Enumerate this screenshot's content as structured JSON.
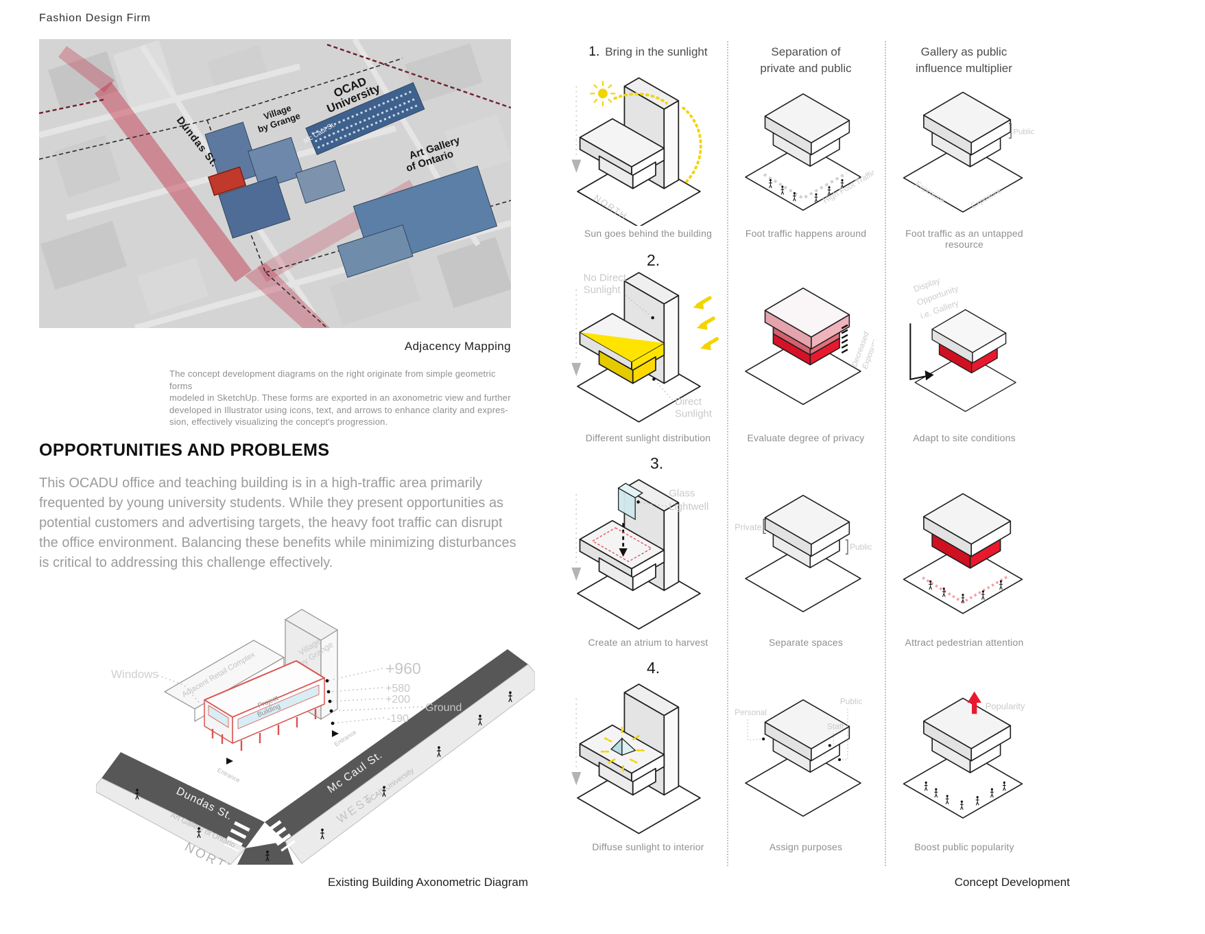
{
  "page": {
    "title": "Fashion Design Firm"
  },
  "map": {
    "caption": "Adjacency Mapping",
    "description": "The concept development diagrams on the right originate from simple geometric forms\nmodeled in SketchUp. These forms are exported in an axonometric view and further\ndeveloped in Illustrator using icons, text, and arrows to enhance clarity and expres-\nsion, effectively visualizing the concept's progression.",
    "labels": {
      "dundas": "Dundas St.",
      "village_line1": "Village",
      "village_line2": "by Grange",
      "ocad_line1": "OCAD",
      "ocad_line2": "University",
      "mccaul": "Mc Caul St.",
      "ago_line1": "Art Gallery",
      "ago_line2": "of Ontario"
    }
  },
  "opportun": {
    "heading": "OPPORTUNITIES AND PROBLEMS",
    "body": "This OCADU office and teaching building is in a high-traffic area primarily\nfrequented by young university students. While they present opportunities as\npotential customers and advertising targets, the heavy foot traffic can disrupt\nthe office environment. Balancing these benefits while minimizing disturbances\nis critical to addressing this challenge effectively."
  },
  "axon": {
    "caption": "Existing Building Axonometric Diagram",
    "labels": {
      "windows": "Windows",
      "adjacent_retail": "Adjacent Retail Complex",
      "project_line1": "Project",
      "project_line2": "Building",
      "village_line1": "Village",
      "village_line2": "by Grange",
      "elev_960": "+960",
      "elev_580": "+580",
      "elev_200": "+200",
      "elev_m190": "-190",
      "ground": "Ground",
      "dundas": "Dundas St.",
      "mccaul": "Mc Caul St.",
      "ocad_university": "OCAD University",
      "west": "WEST",
      "north": "NORTH",
      "ago": "Art Gallery of Ontario",
      "entrance_left": "Entrance",
      "entrance_right": "Entrance"
    }
  },
  "concept": {
    "caption": "Concept Development",
    "columns": [
      {
        "number": "1.",
        "title": "Bring in the sunlight"
      },
      {
        "title": "Separation of\nprivate and public"
      },
      {
        "title": "Gallery as public\ninfluence multiplier"
      }
    ],
    "rows": [
      {
        "number": "1.",
        "cells": [
          {
            "caption": "Sun goes behind the building",
            "labels": {
              "north": "NORTH"
            }
          },
          {
            "caption": "Foot traffic happens around",
            "labels": {
              "traffic": "High Foot Traffic"
            }
          },
          {
            "caption": "Foot traffic as an untapped resource",
            "labels": {
              "public": "Public",
              "exposure_left": "Exposure",
              "exposure_right": "Exposure"
            }
          }
        ]
      },
      {
        "number": "2.",
        "cells": [
          {
            "caption": "Different sunlight distribution",
            "labels": {
              "no_direct_1": "No Direct",
              "no_direct_2": "Sunlight",
              "direct_1": "Direct",
              "direct_2": "Sunlight"
            }
          },
          {
            "caption": "Evaluate degree of privacy",
            "labels": {
              "decreased_1": "Decreased",
              "decreased_2": "Exposure"
            }
          },
          {
            "caption": "Adapt to site conditions",
            "labels": {
              "display_1": "Display",
              "display_2": "Opportunity",
              "display_3": "i.e. Gallery"
            }
          }
        ]
      },
      {
        "number": "3.",
        "cells": [
          {
            "caption": "Create an atrium to harvest",
            "labels": {
              "glass_1": "Glass",
              "glass_2": "Lightwell"
            }
          },
          {
            "caption": "Separate spaces",
            "labels": {
              "private": "Private",
              "public": "Public"
            }
          },
          {
            "caption": "Attract pedestrian attention",
            "labels": {}
          }
        ]
      },
      {
        "number": "4.",
        "cells": [
          {
            "caption": "Diffuse sunlight to interior",
            "labels": {}
          },
          {
            "caption": "Assign purposes",
            "labels": {
              "personal": "Personal",
              "public": "Public",
              "staff": "Staff"
            }
          },
          {
            "caption": "Boost public popularity",
            "labels": {
              "popularity": "Popularity"
            }
          }
        ]
      }
    ]
  },
  "colors": {
    "accent_red": "#e8192e",
    "accent_yellow": "#f2d500",
    "label_gray": "#c9c9c9"
  }
}
